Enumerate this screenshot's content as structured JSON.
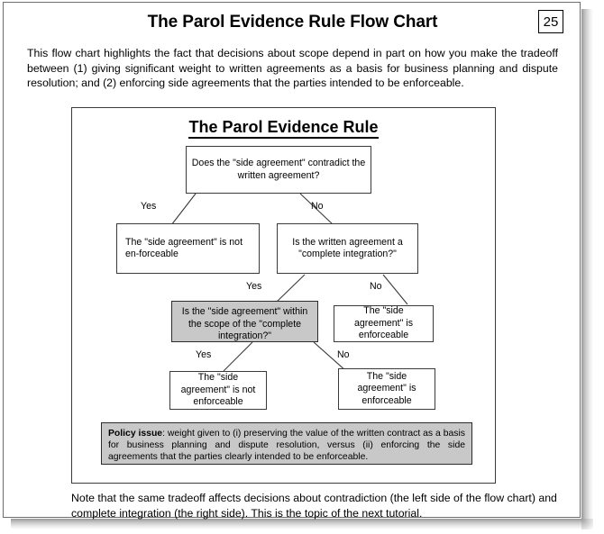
{
  "page": {
    "title": "The Parol Evidence Rule Flow Chart",
    "page_number": "25",
    "intro": "This flow chart highlights the fact that decisions about scope depend in part on how you make the tradeoff between (1) giving significant weight to written agreements as a basis for business planning and dispute resolution; and (2) enforcing side agreements that the parties intended to be enforceable.",
    "closing_note": "Note that the same tradeoff affects decisions about contradiction (the left side of the flow chart) and complete integration (the right side). This is the topic of the next tutorial."
  },
  "flowchart": {
    "title": "The Parol Evidence Rule",
    "nodes": {
      "root_question": "Does the \"side agreement\" contradict the written agreement?",
      "contradict_yes_result": "The \"side agreement\" is not en-forceable",
      "complete_integration_question": "Is the written agreement a \"complete integration?\"",
      "scope_question": "Is the \"side agreement\" within the scope of the \"complete integration?\"",
      "integration_no_result": "The \"side agreement\" is enforceable",
      "scope_yes_result": "The \"side agreement\" is not enforceable",
      "scope_no_result": "The \"side agreement\" is enforceable"
    },
    "edge_labels": {
      "root_yes": "Yes",
      "root_no": "No",
      "integration_yes": "Yes",
      "integration_no": "No",
      "scope_yes": "Yes",
      "scope_no": "No"
    },
    "policy": {
      "heading": "Policy issue",
      "text": ": weight given to (i) preserving the value of the written contract as a basis for business planning and dispute resolution, versus (ii) enforcing the side agreements that the parties clearly intended to be enforceable."
    }
  },
  "colors": {
    "shaded_fill": "#c8c8c8",
    "border": "#3a3a3a",
    "frame": "#6e6e6e",
    "text": "#000000"
  }
}
